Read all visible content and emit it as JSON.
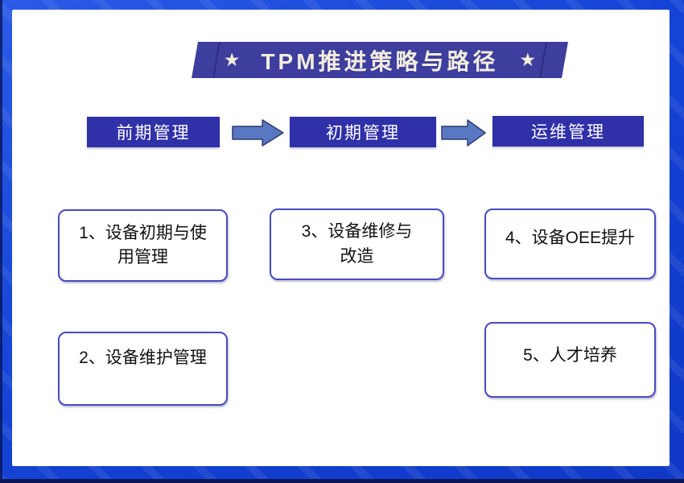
{
  "title": {
    "star_glyph": "★",
    "text": "TPM推进策略与路径"
  },
  "flow": {
    "stages": [
      {
        "label": "前期管理"
      },
      {
        "label": "初期管理"
      },
      {
        "label": "运维管理"
      }
    ],
    "arrow_icon": "right-block-arrow"
  },
  "boxes": [
    {
      "lines": [
        "1、设备初期与使",
        "用管理"
      ]
    },
    {
      "lines": [
        "2、设备维护管理"
      ]
    },
    {
      "lines": [
        "3、设备维修与",
        "改造"
      ]
    },
    {
      "lines": [
        "4、设备OEE提升"
      ]
    },
    {
      "lines": [
        "5、人才培养"
      ]
    }
  ],
  "colors": {
    "frame_blue": "#1544D6",
    "frame_dark_strip": "#0C175A",
    "banner_indigo": "#3E3E9E",
    "banner_text_cream": "#F2EDDC",
    "stage_header_bg": "#3030A8",
    "stage_header_text": "#FFFFFF",
    "arrow_fill": "#5878C4",
    "arrow_outline": "#2E3A6E",
    "box_border": "#4A4AC0",
    "box_text": "#111111"
  }
}
